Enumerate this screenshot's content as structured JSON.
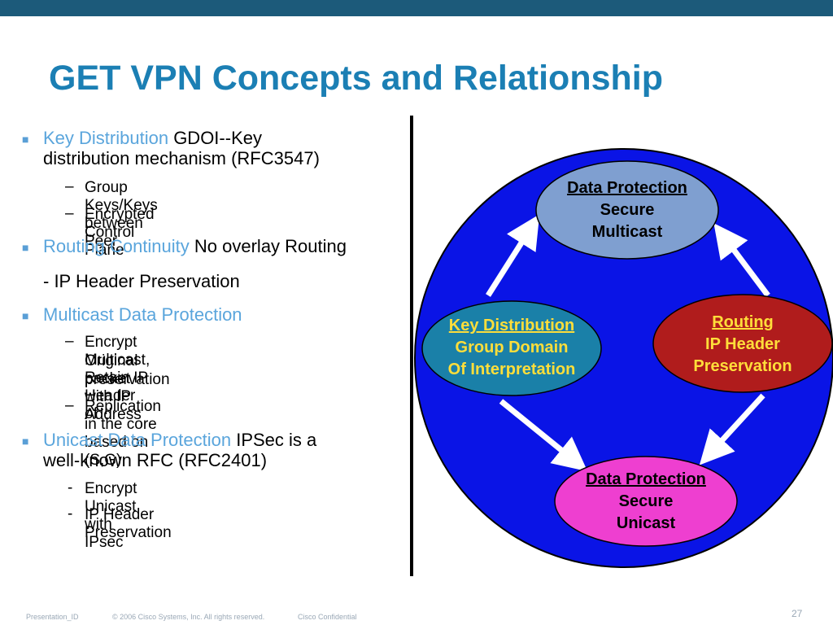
{
  "title": "GET VPN Concepts and Relationship",
  "left": {
    "key_dist": {
      "highlight": "Key Distribution",
      "rest_line1": " GDOI--Key",
      "line2": "distribution mechanism (RFC3547)"
    },
    "key_dist_sub": [
      "Group Keys/Keys between Peer",
      "Encrypted Control Plane"
    ],
    "routing": {
      "highlight": "Routing Continuity",
      "rest": " No overlay Routing"
    },
    "ip_header": "- IP Header Preservation",
    "multicast": {
      "highlight": "Multicast Data Protection"
    },
    "multicast_sub1": [
      "Encrypt Multicast, Retain IP Header of",
      "Original packet with IP Address",
      "preservation"
    ],
    "multicast_sub2": "Replication in the core based on (S,G)",
    "unicast": {
      "highlight": "Unicast Data Protection",
      "rest_line1": " IPSec is a",
      "line2": "well-known RFC (RFC2401)"
    },
    "unicast_sub": [
      "Encrypt Unicast with IPsec",
      "IP Header Preservation"
    ],
    "dash": "–",
    "hyphen": "-"
  },
  "diagram": {
    "nodes": {
      "top": {
        "line1": "Data Protection",
        "line2": "Secure",
        "line3": "Multicast",
        "fill": "#7f9fd0"
      },
      "left": {
        "line1": "Key Distribution",
        "line2": "Group Domain",
        "line3": "Of Interpretation",
        "fill": "#1a80a8"
      },
      "right": {
        "line1": "Routing",
        "line2": "IP Header",
        "line3": "Preservation",
        "fill": "#b01c1c"
      },
      "bottom": {
        "line1": "Data Protection",
        "line2": "Secure",
        "line3": "Unicast",
        "fill": "#ee3fd0"
      }
    },
    "circle_color": "#0a14e6",
    "arrow_color": "#ffffff"
  },
  "footer": {
    "presentation_id": "Presentation_ID",
    "copyright": "© 2006 Cisco Systems, Inc. All rights reserved.",
    "confidential": "Cisco Confidential",
    "page": "27"
  }
}
